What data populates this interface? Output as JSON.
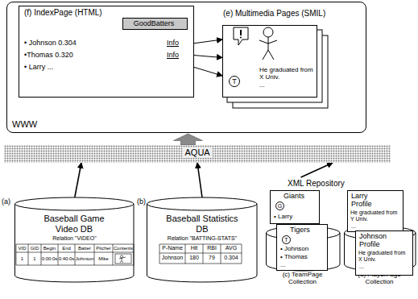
{
  "diagram": {
    "nodes": [
      {
        "text": [
          "WWW"
        ]
      },
      {
        "text": [
          "(f) IndexPage (HTML)"
        ],
        "in": 0
      },
      {
        "text": [
          "GoodBatters"
        ],
        "in": 1
      },
      {
        "text": [
          "(e) Multimedia Pages (SMIL)",
          "He graduated from X Univ.",
          "..."
        ],
        "in": 0
      },
      {
        "text": [
          "T"
        ],
        "in": 3
      },
      {
        "text": [
          "AQUA"
        ]
      },
      {
        "text": [
          "(a)",
          "Baseball Game Video DB",
          "Relation \"VIDEO\""
        ]
      },
      {
        "text": [
          "(b)",
          "Baseball Statistics DB",
          "Relation \"BATTING-STATS\""
        ]
      },
      {
        "text": [
          "XML Repository"
        ]
      },
      {
        "text": [
          "(c) TeamPage Collection"
        ],
        "in": 8
      },
      {
        "text": [
          "Giants",
          "• Larry"
        ],
        "in": 9
      },
      {
        "text": [
          "G"
        ],
        "in": 10
      },
      {
        "text": [
          "Tigers",
          "• Johnson",
          "• Thomas",
          "..."
        ],
        "in": 9
      },
      {
        "text": [
          "T"
        ],
        "in": 12
      },
      {
        "text": [
          "(d) PlayerPage Collection"
        ],
        "in": 8
      },
      {
        "text": [
          "Larry Profile",
          "He graduated from Y Univ.",
          "..."
        ],
        "in": 14
      },
      {
        "text": [
          "Johnson Profile",
          "He graduated from X Univ.",
          "..."
        ],
        "in": 14
      }
    ],
    "edges": [
      {
        "from": 6,
        "to": 5,
        "arrow": "to"
      },
      {
        "from": 7,
        "to": 5,
        "arrow": "to"
      },
      {
        "from": 8,
        "to": 5,
        "arrow": "to"
      },
      {
        "from": 5,
        "to": 0,
        "arrow": "to"
      },
      {
        "from": 1,
        "to": 3,
        "arrow": "to"
      },
      {
        "from": 1,
        "to": 3,
        "arrow": "to"
      },
      {
        "from": 1,
        "to": 3,
        "arrow": "to"
      }
    ],
    "labels": [
      "• Johnson 0.304",
      "Info",
      "•Thomas 0.320",
      "Info",
      "• Larry ...",
      "VID",
      "GID",
      "Begin",
      "End",
      "Batter",
      "Pitcher",
      "Contents",
      "1",
      "1",
      "0:00:0s",
      "0:40:0s",
      "Johnson",
      "Mike",
      "P-Name",
      "Hit",
      "RBI",
      "AVG",
      "Johnson",
      "180",
      "79",
      "0.304"
    ]
  }
}
